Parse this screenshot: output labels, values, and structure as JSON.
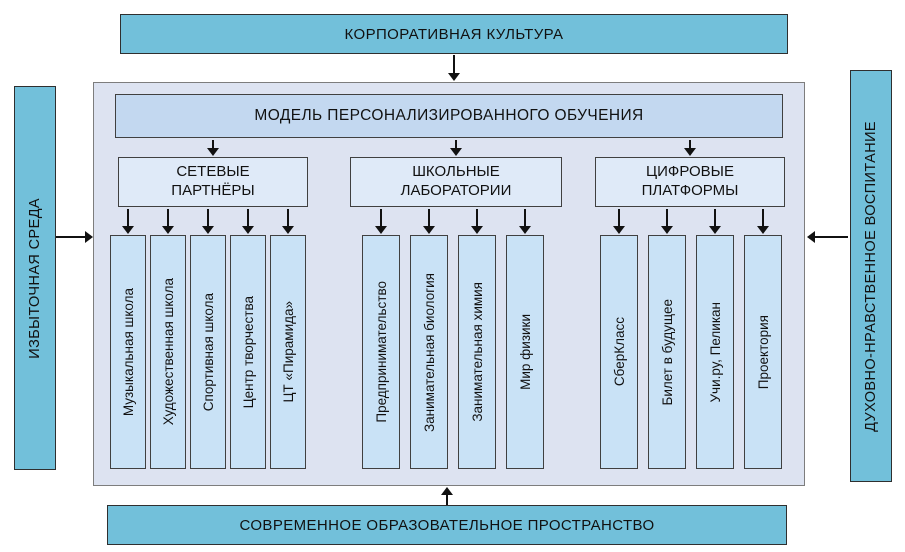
{
  "outer": {
    "top_label": "КОРПОРАТИВНАЯ КУЛЬТУРА",
    "bottom_label": "СОВРЕМЕННОЕ ОБРАЗОВАТЕЛЬНОЕ ПРОСТРАНСТВО",
    "left_label": "ИЗБЫТОЧНАЯ СРЕДА",
    "right_label": "ДУХОВНО-НРАВСТВЕННОЕ ВОСПИТАНИЕ"
  },
  "model": {
    "title": "МОДЕЛЬ ПЕРСОНАЛИЗИРОВАННОГО ОБУЧЕНИЯ"
  },
  "groups": [
    {
      "title": "СЕТЕВЫЕ ПАРТНЁРЫ",
      "items": [
        "Музыкальная школа",
        "Художественная школа",
        "Спортивная школа",
        "Центр творчества",
        "ЦТ «Пирамида»"
      ]
    },
    {
      "title": "ШКОЛЬНЫЕ ЛАБОРАТОРИИ",
      "items": [
        "Предпринимательство",
        "Занимательная биология",
        "Занимательная химия",
        "Мир физики"
      ]
    },
    {
      "title": "ЦИФРОВЫЕ ПЛАТФОРМЫ",
      "items": [
        "СберКласс",
        "Билет в будущее",
        "Учи.ру, Пеликан",
        "Проектория"
      ]
    }
  ],
  "colors": {
    "teal": "#72c0da",
    "container": "#dde3f1",
    "model_box": "#c3d8f0",
    "header_box": "#dfeaf8",
    "item_box": "#c9e2f6",
    "border": "#404040",
    "arrow": "#111111"
  }
}
